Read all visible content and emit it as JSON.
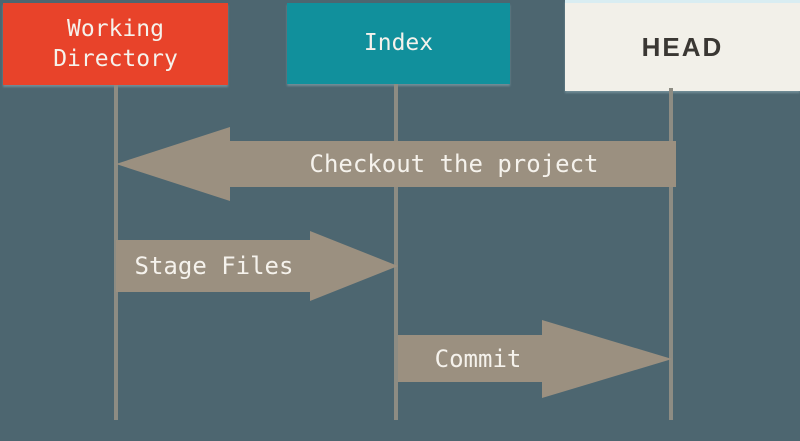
{
  "colors": {
    "background": "#4D6670",
    "box_working": "#E8432A",
    "box_index": "#11909C",
    "box_head": "#F2F0E9",
    "box_head_top_edge": "#D9EDF2",
    "head_text": "#3A3733",
    "box_label_text": "#F5F2EC",
    "arrow_fill": "#9B9080",
    "arrow_label_text": "#F5F2EC",
    "lifeline": "#8D8C83"
  },
  "columns": [
    {
      "id": "working-directory",
      "label": "Working\nDirectory"
    },
    {
      "id": "index",
      "label": "Index"
    },
    {
      "id": "head",
      "label": "HEAD"
    }
  ],
  "arrows": [
    {
      "label": "Checkout the project",
      "from": "head",
      "to": "working-directory",
      "direction": "left"
    },
    {
      "label": "Stage Files",
      "from": "working-directory",
      "to": "index",
      "direction": "right"
    },
    {
      "label": "Commit",
      "from": "index",
      "to": "head",
      "direction": "right"
    }
  ]
}
